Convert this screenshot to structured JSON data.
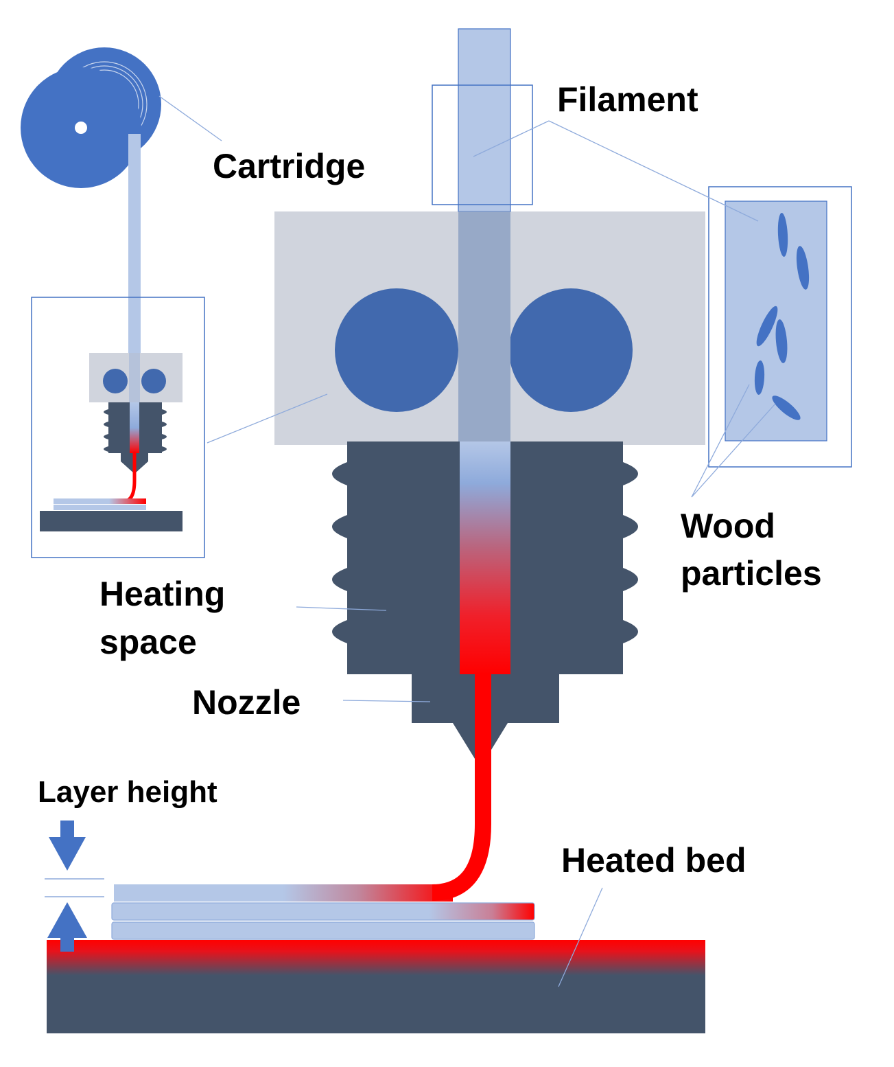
{
  "labels": {
    "filament": "Filament",
    "cartridge": "Cartridge",
    "wood_line1": "Wood",
    "wood_line2": "particles",
    "heating_line1": "Heating",
    "heating_line2": "space",
    "nozzle": "Nozzle",
    "layer_height": "Layer height",
    "heated_bed": "Heated bed"
  },
  "colors": {
    "filament": "#b4c7e7",
    "heater_block": "#d0d4dd",
    "roller": "#4169ae",
    "body": "#44546a",
    "melt": "#ff0000",
    "leader_line": "#8eaadb"
  }
}
